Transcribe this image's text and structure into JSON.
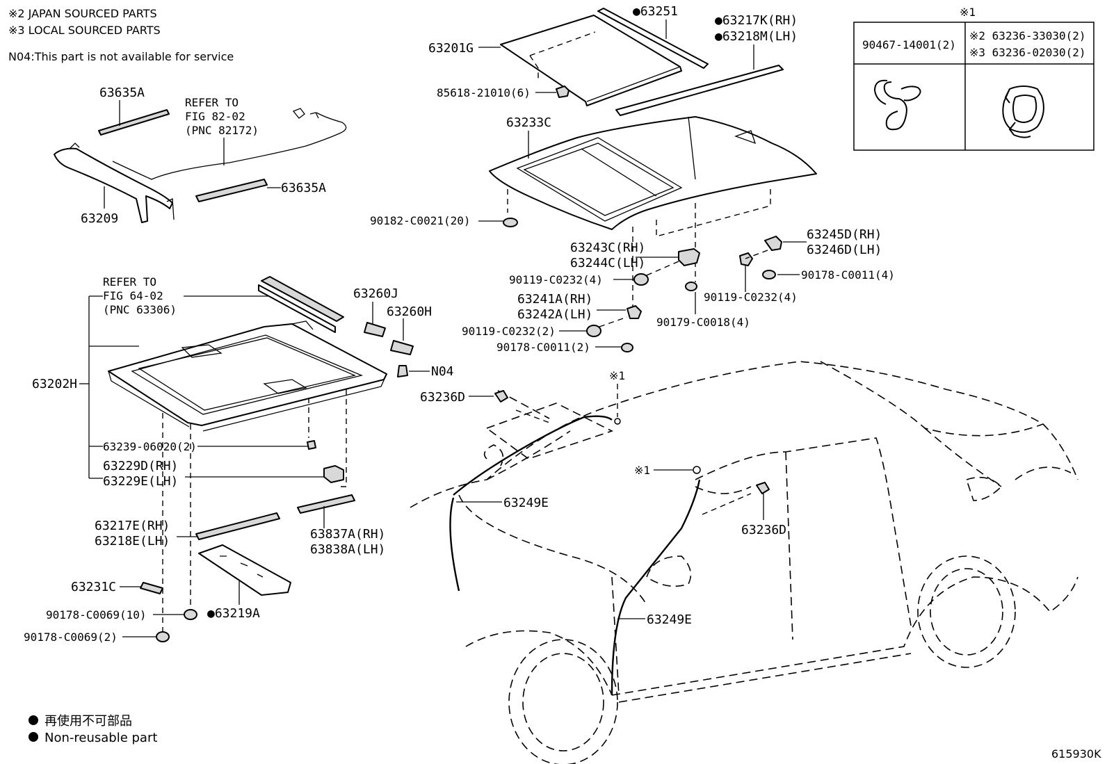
{
  "notes": {
    "japan": "※2 JAPAN SOURCED PARTS",
    "local": "※3 LOCAL SOURCED PARTS",
    "n04": "N04:This part is not available for service"
  },
  "legend": {
    "jp": "再使用不可部品",
    "en": "Non-reusable part"
  },
  "figure_id": "615930K",
  "clip_table": {
    "header_mark": "※1",
    "left_part": "90467-14001(2)",
    "right_part_1": "※2 63236-33030(2)",
    "right_part_2": "※3 63236-02030(2)"
  },
  "labels": {
    "p63635A_top": "63635A",
    "refer82_1": "REFER TO",
    "refer82_2": "FIG 82-02",
    "refer82_3": "(PNC 82172)",
    "p63635A_bot": "63635A",
    "p63209": "63209",
    "p63201G": "63201G",
    "p63251": "●63251",
    "p63217K": "●63217K(RH)",
    "p63218M": "●63218M(LH)",
    "p85618": "85618-21010(6)",
    "p63233C": "63233C",
    "p90182": "90182-C0021(20)",
    "p63245D": "63245D(RH)",
    "p63246D": "63246D(LH)",
    "p63243C": "63243C(RH)",
    "p63244C": "63244C(LH)",
    "p90119a": "90119-C0232(4)",
    "p90178a": "90178-C0011(4)",
    "p90119b": "90119-C0232(4)",
    "p63241A": "63241A(RH)",
    "p63242A": "63242A(LH)",
    "p90119c": "90119-C0232(2)",
    "p90179": "90179-C0018(4)",
    "p90178b": "90178-C0011(2)",
    "refer64_1": "REFER TO",
    "refer64_2": "FIG 64-02",
    "refer64_3": "(PNC 63306)",
    "p63260J": "63260J",
    "p63260H": "63260H",
    "pN04": "N04",
    "p63202H": "63202H",
    "p63236D_top": "63236D",
    "mark1_top": "※1",
    "mark1_mid": "※1",
    "p63239": "63239-06020(2)",
    "p63229D": "63229D(RH)",
    "p63229E": "63229E(LH)",
    "p63249E_top": "63249E",
    "p63236D_bot": "63236D",
    "p63217E": "63217E(RH)",
    "p63218E": "63218E(LH)",
    "p63837A": "63837A(RH)",
    "p63838A": "63838A(LH)",
    "p63231C": "63231C",
    "p90178c": "90178-C0069(10)",
    "p63219A": "●63219A",
    "p90178d": "90178-C0069(2)",
    "p63249E_bot": "63249E"
  }
}
